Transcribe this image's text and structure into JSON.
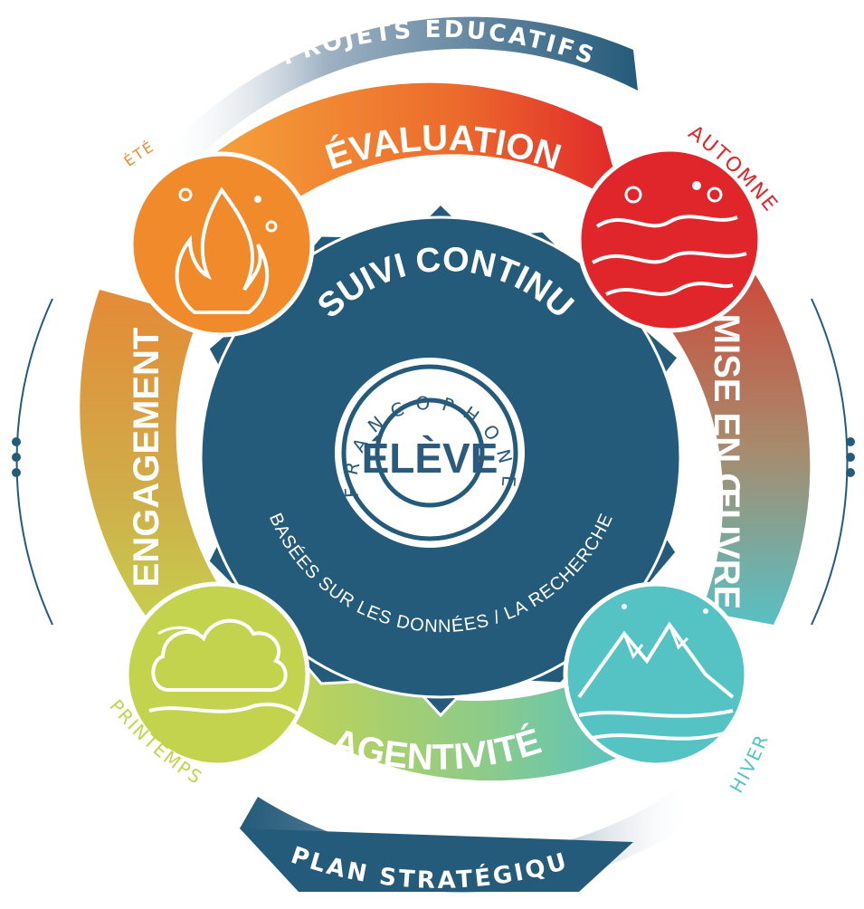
{
  "banners": {
    "top": "PROJETS ÉDUCATIFS",
    "bottom": "PLAN STRATÉGIQUE"
  },
  "segments": {
    "top": "ÉVALUATION",
    "right": "MISE EN ŒUVRE",
    "bottom": "AGENTIVITÉ",
    "left": "ENGAGEMENT"
  },
  "seasons": {
    "ete": "ÉTÉ",
    "automne": "AUTOMNE",
    "hiver": "HIVER",
    "printemps": "PRINTEMPS"
  },
  "center": {
    "title": "SUIVI CONTINU",
    "subtitle": "BASÉES SUR LES DONNÉES / LA RECHERCHE",
    "core": "ÉLÈVE",
    "ring": "FRANCOPHONE"
  },
  "colors": {
    "navy": "#245a7a",
    "orange": "#f08a2c",
    "red": "#e0262b",
    "teal": "#55c3c4",
    "green": "#c4d34d",
    "ochre": "#e39a3a",
    "banner_text": "#ffffff"
  },
  "icons": {
    "summer": "flame-icon",
    "autumn": "wind-swirl-icon",
    "winter": "mountain-icon",
    "spring": "cloud-icon"
  }
}
